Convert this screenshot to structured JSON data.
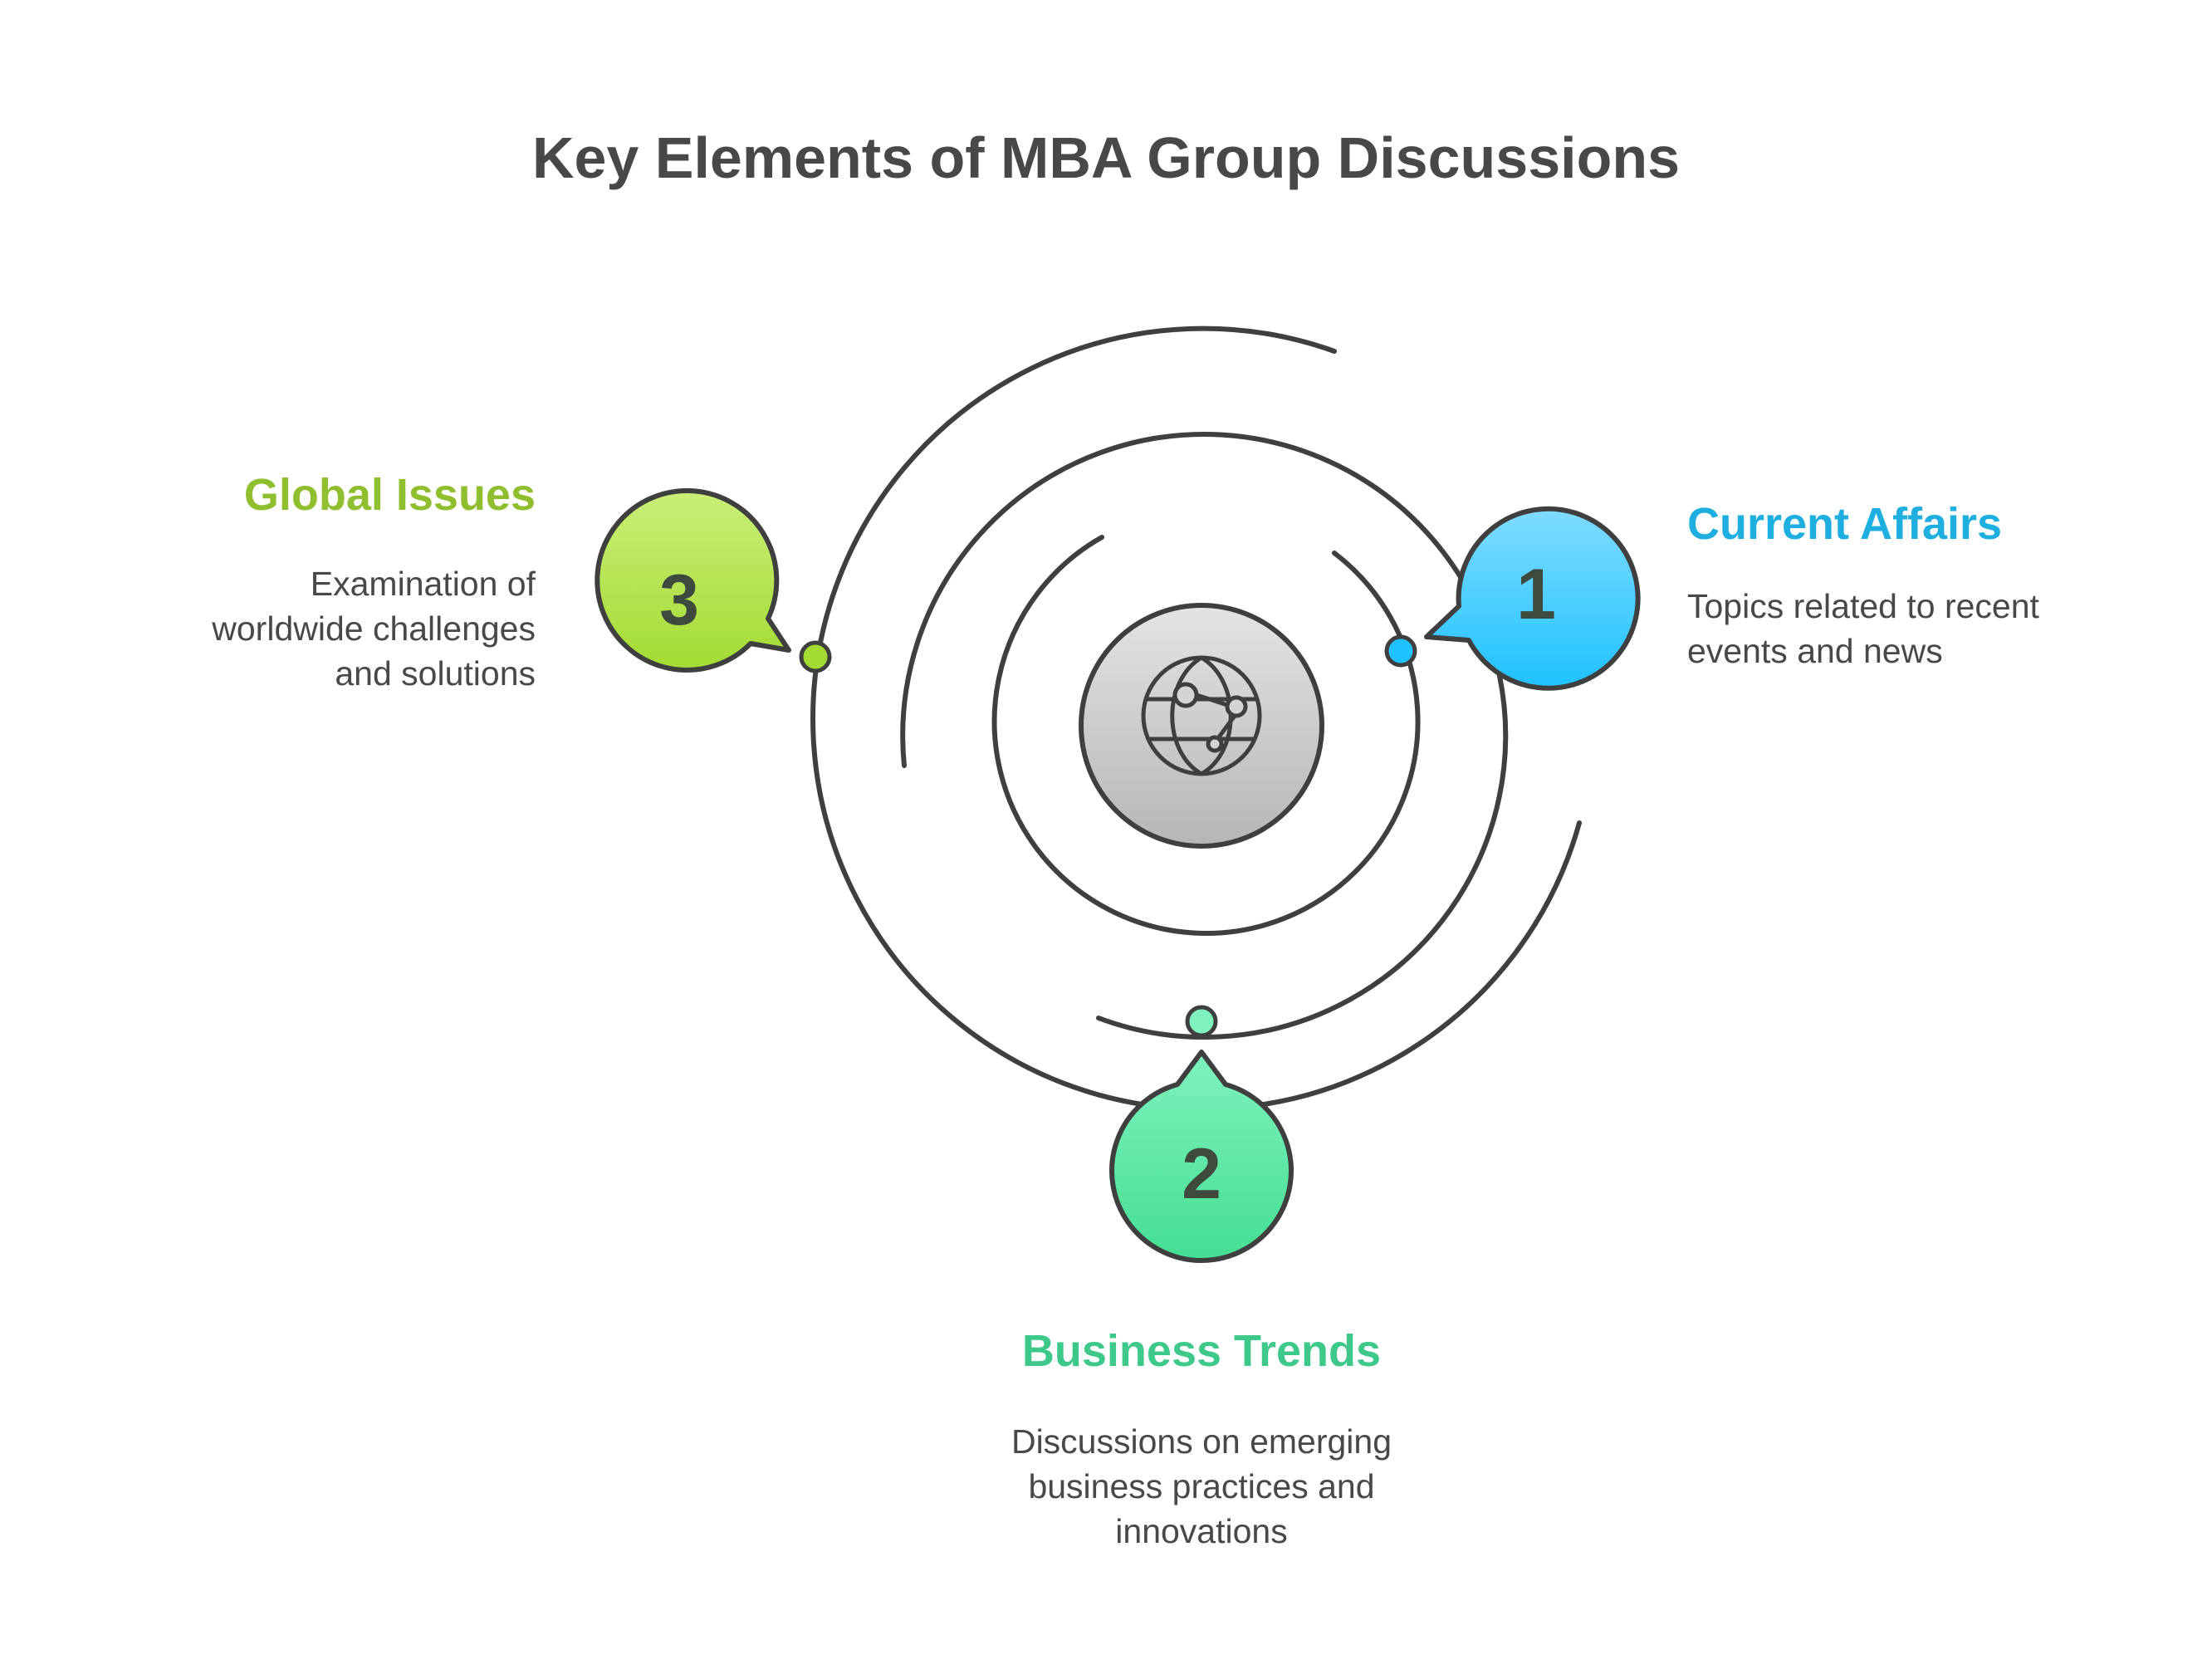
{
  "title": "Key Elements of MBA Group Discussions",
  "center": {
    "icon": "globe-network-icon"
  },
  "items": [
    {
      "number": "1",
      "heading": "Current Affairs",
      "description": "Topics related to recent events and news",
      "color": "#1eaee0",
      "fill_top": "#7fdcff",
      "fill_bottom": "#1ec2ff"
    },
    {
      "number": "2",
      "heading": "Business Trends",
      "description": "Discussions on emerging business practices and innovations",
      "color": "#3ec98a",
      "fill_top": "#7ff2bd",
      "fill_bottom": "#45de93"
    },
    {
      "number": "3",
      "heading": "Global Issues",
      "description": "Examination of worldwide challenges and solutions",
      "color": "#8fbf2e",
      "fill_top": "#c9ef78",
      "fill_bottom": "#a3db33"
    }
  ],
  "colors": {
    "stroke": "#3f3f3f",
    "text": "#484848"
  }
}
